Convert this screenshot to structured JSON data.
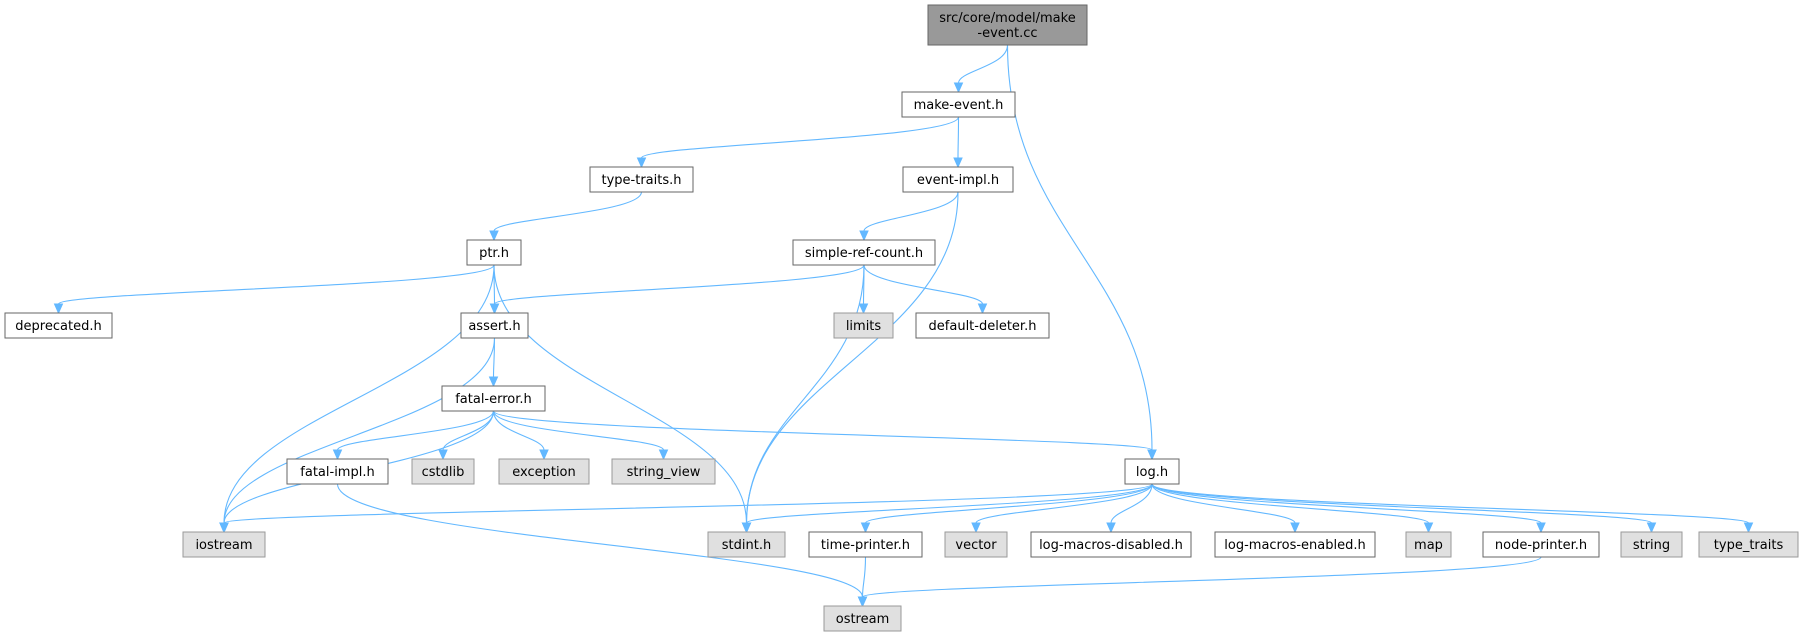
{
  "colors": {
    "root_fill": "#999999",
    "root_stroke": "#666666",
    "header_fill": "#ffffff",
    "header_stroke": "#666666",
    "system_fill": "#e0e0e0",
    "system_stroke": "#999999",
    "edge": "#63b8ff",
    "text": "#000000"
  },
  "nodes": [
    {
      "id": "root",
      "lines": [
        "src/core/model/make",
        "-event.cc"
      ],
      "kind": "root"
    },
    {
      "id": "make-event",
      "lines": [
        "make-event.h"
      ],
      "kind": "header"
    },
    {
      "id": "type-traits-h",
      "lines": [
        "type-traits.h"
      ],
      "kind": "header"
    },
    {
      "id": "event-impl",
      "lines": [
        "event-impl.h"
      ],
      "kind": "header"
    },
    {
      "id": "ptr",
      "lines": [
        "ptr.h"
      ],
      "kind": "header"
    },
    {
      "id": "simple-ref-count",
      "lines": [
        "simple-ref-count.h"
      ],
      "kind": "header"
    },
    {
      "id": "deprecated",
      "lines": [
        "deprecated.h"
      ],
      "kind": "header"
    },
    {
      "id": "assert",
      "lines": [
        "assert.h"
      ],
      "kind": "header"
    },
    {
      "id": "limits",
      "lines": [
        "limits"
      ],
      "kind": "system"
    },
    {
      "id": "default-deleter",
      "lines": [
        "default-deleter.h"
      ],
      "kind": "header"
    },
    {
      "id": "fatal-error",
      "lines": [
        "fatal-error.h"
      ],
      "kind": "header"
    },
    {
      "id": "fatal-impl",
      "lines": [
        "fatal-impl.h"
      ],
      "kind": "header"
    },
    {
      "id": "cstdlib",
      "lines": [
        "cstdlib"
      ],
      "kind": "system"
    },
    {
      "id": "exception",
      "lines": [
        "exception"
      ],
      "kind": "system"
    },
    {
      "id": "string_view",
      "lines": [
        "string_view"
      ],
      "kind": "system"
    },
    {
      "id": "log",
      "lines": [
        "log.h"
      ],
      "kind": "header"
    },
    {
      "id": "iostream",
      "lines": [
        "iostream"
      ],
      "kind": "system"
    },
    {
      "id": "stdint",
      "lines": [
        "stdint.h"
      ],
      "kind": "system"
    },
    {
      "id": "time-printer",
      "lines": [
        "time-printer.h"
      ],
      "kind": "header"
    },
    {
      "id": "vector",
      "lines": [
        "vector"
      ],
      "kind": "system"
    },
    {
      "id": "log-macros-disabled",
      "lines": [
        "log-macros-disabled.h"
      ],
      "kind": "header"
    },
    {
      "id": "log-macros-enabled",
      "lines": [
        "log-macros-enabled.h"
      ],
      "kind": "header"
    },
    {
      "id": "map",
      "lines": [
        "map"
      ],
      "kind": "system"
    },
    {
      "id": "node-printer",
      "lines": [
        "node-printer.h"
      ],
      "kind": "header"
    },
    {
      "id": "string",
      "lines": [
        "string"
      ],
      "kind": "system"
    },
    {
      "id": "type_traits",
      "lines": [
        "type_traits"
      ],
      "kind": "system"
    },
    {
      "id": "ostream",
      "lines": [
        "ostream"
      ],
      "kind": "system"
    }
  ],
  "edges": [
    [
      "root",
      "make-event"
    ],
    [
      "root",
      "log"
    ],
    [
      "make-event",
      "type-traits-h"
    ],
    [
      "make-event",
      "event-impl"
    ],
    [
      "type-traits-h",
      "ptr"
    ],
    [
      "event-impl",
      "simple-ref-count"
    ],
    [
      "event-impl",
      "stdint"
    ],
    [
      "ptr",
      "deprecated"
    ],
    [
      "ptr",
      "assert"
    ],
    [
      "ptr",
      "iostream"
    ],
    [
      "ptr",
      "stdint"
    ],
    [
      "simple-ref-count",
      "assert"
    ],
    [
      "simple-ref-count",
      "limits"
    ],
    [
      "simple-ref-count",
      "default-deleter"
    ],
    [
      "simple-ref-count",
      "stdint"
    ],
    [
      "assert",
      "fatal-error"
    ],
    [
      "assert",
      "iostream"
    ],
    [
      "fatal-error",
      "fatal-impl"
    ],
    [
      "fatal-error",
      "cstdlib"
    ],
    [
      "fatal-error",
      "exception"
    ],
    [
      "fatal-error",
      "string_view"
    ],
    [
      "fatal-error",
      "log"
    ],
    [
      "fatal-error",
      "iostream"
    ],
    [
      "fatal-impl",
      "ostream"
    ],
    [
      "log",
      "iostream"
    ],
    [
      "log",
      "stdint"
    ],
    [
      "log",
      "time-printer"
    ],
    [
      "log",
      "vector"
    ],
    [
      "log",
      "log-macros-disabled"
    ],
    [
      "log",
      "log-macros-enabled"
    ],
    [
      "log",
      "map"
    ],
    [
      "log",
      "node-printer"
    ],
    [
      "log",
      "string"
    ],
    [
      "log",
      "type_traits"
    ],
    [
      "time-printer",
      "ostream"
    ],
    [
      "node-printer",
      "ostream"
    ]
  ]
}
